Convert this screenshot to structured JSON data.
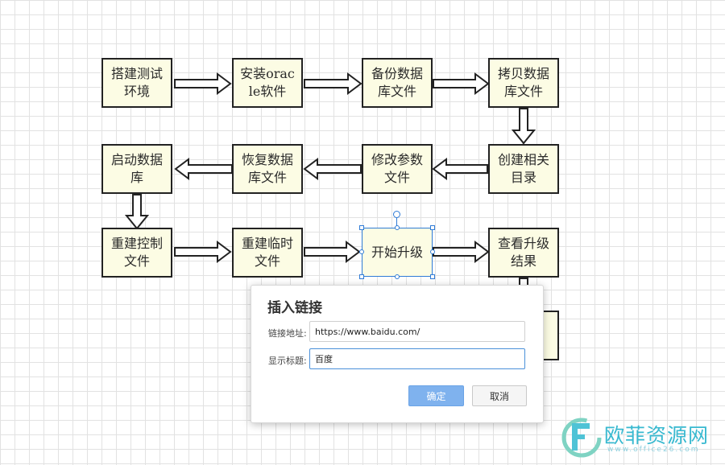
{
  "flowchart": {
    "nodes": [
      "搭建测试环境",
      "安装oracle软件",
      "备份数据库文件",
      "拷贝数据库文件",
      "创建相关目录",
      "修改参数文件",
      "恢复数据库文件",
      "启动数据库",
      "重建控制文件",
      "重建临时文件",
      "开始升级",
      "查看升级结果"
    ]
  },
  "dialog": {
    "title": "插入链接",
    "url_label": "链接地址:",
    "url_value": "https://www.baidu.com/",
    "display_label": "显示标题:",
    "display_value": "百度",
    "ok_label": "确定",
    "cancel_label": "取消"
  },
  "watermark": {
    "text": "欧菲资源网",
    "url": "www.office26.com"
  },
  "colors": {
    "node_fill": "#fcfce4",
    "node_border": "#222222",
    "selection": "#2f7bd6",
    "ok_button": "#7fb2ee",
    "watermark": "#38b9d0"
  }
}
